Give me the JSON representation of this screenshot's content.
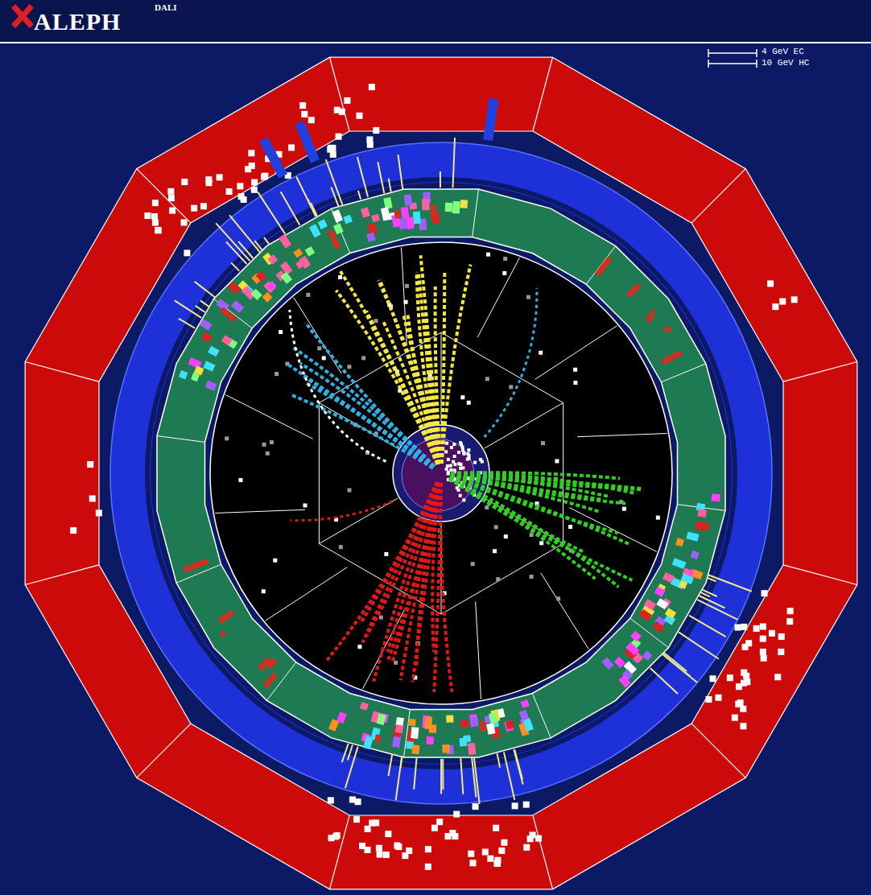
{
  "diagram": {
    "title": "ALEPH",
    "labels": [
      "DALI",
      "4 GeV EC",
      "10 GeV HC"
    ]
  }
}
